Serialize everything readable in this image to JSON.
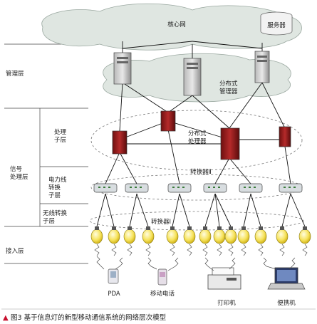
{
  "layers": {
    "management": "管理层",
    "signal": "信号\n处理层",
    "processing_sub": "处理\n子层",
    "powerline_sub": "电力线\n转换\n子层",
    "wireless_sub": "无线转换\n子层",
    "access": "接入层"
  },
  "labels": {
    "core_network": "核心网",
    "server_db": "服务器",
    "dist_mgmt_server": "分布式\n管理器",
    "dist_proc_server": "分布式\n处理器",
    "converter_ii": "转换器Ⅱ",
    "converter_i": "转换器Ⅰ"
  },
  "devices": {
    "pda": "PDA",
    "mobile_phone": "移动电话",
    "printer": "打印机",
    "laptop": "便携机"
  },
  "caption": {
    "marker": "▲",
    "text": "图3  基于信息灯的新型移动通信系统的网络层次模型"
  },
  "colors": {
    "cloud": "#dfe6e1",
    "cloud_stroke": "#9aa8a0",
    "server_red": "#9b1b1b",
    "caption_marker": "#c8102e"
  }
}
